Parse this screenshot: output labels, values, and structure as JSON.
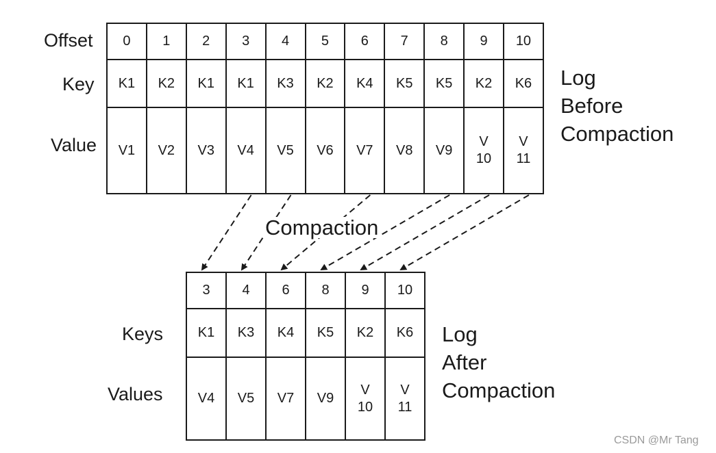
{
  "before": {
    "row_labels": {
      "offset": "Offset",
      "key": "Key",
      "value": "Value"
    },
    "offsets": [
      "0",
      "1",
      "2",
      "3",
      "4",
      "5",
      "6",
      "7",
      "8",
      "9",
      "10"
    ],
    "keys": [
      "K1",
      "K2",
      "K1",
      "K1",
      "K3",
      "K2",
      "K4",
      "K5",
      "K5",
      "K2",
      "K6"
    ],
    "values": [
      "V1",
      "V2",
      "V3",
      "V4",
      "V5",
      "V6",
      "V7",
      "V8",
      "V9",
      "V\n10",
      "V\n11"
    ],
    "caption": "Log\nBefore\nCompaction"
  },
  "compaction_label": "Compaction",
  "after": {
    "row_labels": {
      "key": "Keys",
      "value": "Values"
    },
    "offsets": [
      "3",
      "4",
      "6",
      "8",
      "9",
      "10"
    ],
    "keys": [
      "K1",
      "K3",
      "K4",
      "K5",
      "K2",
      "K6"
    ],
    "values": [
      "V4",
      "V5",
      "V7",
      "V9",
      "V\n10",
      "V\n11"
    ],
    "caption": "Log\nAfter\nCompaction"
  },
  "arrow_map": [
    [
      3,
      0
    ],
    [
      4,
      1
    ],
    [
      6,
      2
    ],
    [
      8,
      3
    ],
    [
      9,
      4
    ],
    [
      10,
      5
    ]
  ],
  "watermark": "CSDN @Mr  Tang"
}
